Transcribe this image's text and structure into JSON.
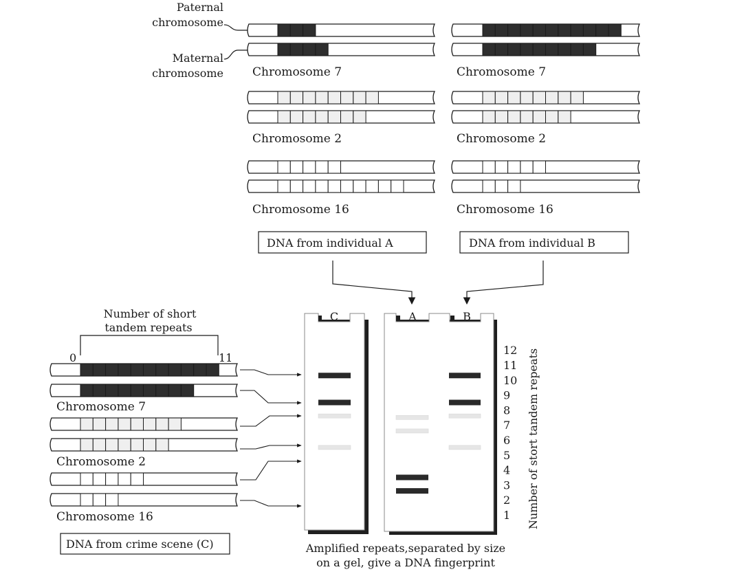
{
  "colors": {
    "dark_repeat": "#2e2e2e",
    "light_repeat": "#efefef",
    "outline": "#1a1a1a",
    "band_dark": "#2a2a2a",
    "band_faint": "#e6e6e6"
  },
  "labels": {
    "paternal": [
      "Paternal",
      "chromosome"
    ],
    "maternal": [
      "Maternal",
      "chromosome"
    ],
    "str_heading": [
      "Number of short",
      "tandem repeats"
    ],
    "bracket_start": "0",
    "bracket_end": "11",
    "gel_caption": [
      "Amplified repeats,separated by size",
      "on a gel, give a DNA fingerprint"
    ],
    "axis_title": "Number of stort tandem repeats",
    "axis_ticks": [
      "1",
      "2",
      "3",
      "4",
      "5",
      "6",
      "7",
      "8",
      "9",
      "10",
      "11",
      "12"
    ]
  },
  "individuals": [
    {
      "id": "A",
      "box_label": "DNA from individual A",
      "chromosomes": [
        {
          "name": "Chromosome 7",
          "style": "dark",
          "paternal_repeats": 3,
          "maternal_repeats": 4
        },
        {
          "name": "Chromosome 2",
          "style": "light",
          "paternal_repeats": 8,
          "maternal_repeats": 7
        },
        {
          "name": "Chromosome 16",
          "style": "open",
          "paternal_repeats": 5,
          "maternal_repeats": 10
        }
      ]
    },
    {
      "id": "B",
      "box_label": "DNA from individual B",
      "chromosomes": [
        {
          "name": "Chromosome 7",
          "style": "dark",
          "paternal_repeats": 11,
          "maternal_repeats": 9
        },
        {
          "name": "Chromosome 2",
          "style": "light",
          "paternal_repeats": 8,
          "maternal_repeats": 7
        },
        {
          "name": "Chromosome 16",
          "style": "open",
          "paternal_repeats": 5,
          "maternal_repeats": 3
        }
      ]
    },
    {
      "id": "C",
      "box_label": "DNA from crime scene (C)",
      "chromosomes": [
        {
          "name": "Chromosome 7",
          "style": "dark",
          "paternal_repeats": 11,
          "maternal_repeats": 9
        },
        {
          "name": "Chromosome 2",
          "style": "light",
          "paternal_repeats": 8,
          "maternal_repeats": 7
        },
        {
          "name": "Chromosome 16",
          "style": "open",
          "paternal_repeats": 5,
          "maternal_repeats": 3
        }
      ]
    }
  ],
  "gel": {
    "lanes": [
      "C",
      "A",
      "B"
    ],
    "bands": {
      "C": [
        {
          "repeats": 10.3,
          "style": "dark"
        },
        {
          "repeats": 8.5,
          "style": "dark"
        },
        {
          "repeats": 7.6,
          "style": "faint"
        },
        {
          "repeats": 5.5,
          "style": "faint"
        }
      ],
      "A": [
        {
          "repeats": 7.5,
          "style": "faint"
        },
        {
          "repeats": 6.6,
          "style": "faint"
        },
        {
          "repeats": 3.5,
          "style": "dark"
        },
        {
          "repeats": 2.6,
          "style": "dark"
        }
      ],
      "B": [
        {
          "repeats": 10.3,
          "style": "dark"
        },
        {
          "repeats": 8.5,
          "style": "dark"
        },
        {
          "repeats": 7.6,
          "style": "faint"
        },
        {
          "repeats": 5.5,
          "style": "faint"
        }
      ]
    }
  }
}
